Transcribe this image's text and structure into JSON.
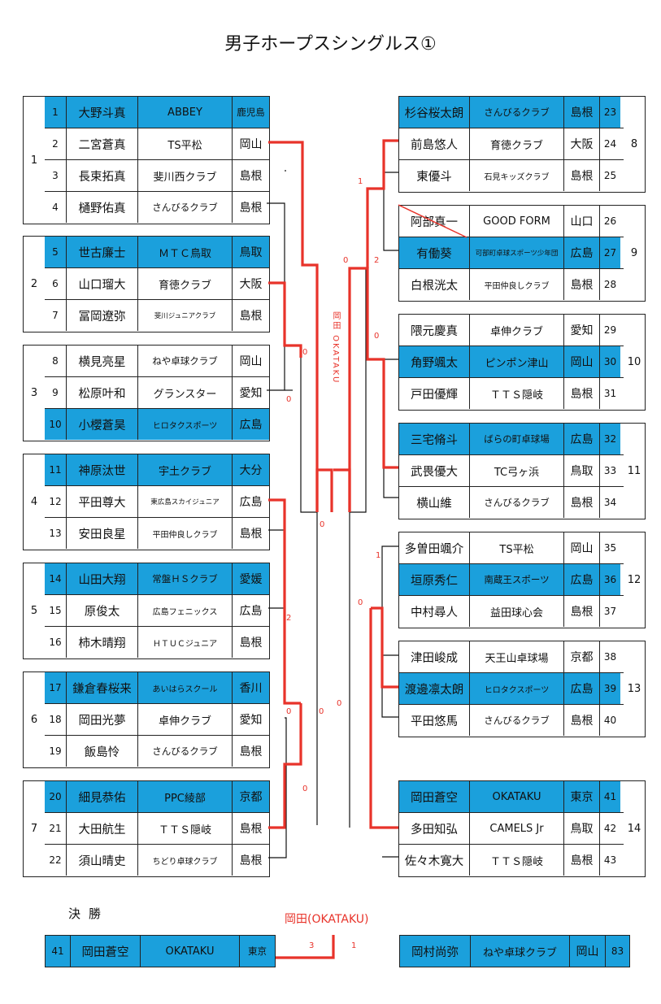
{
  "title": "男子ホープスシングルス①",
  "left_groups": [
    {
      "num": "1",
      "players": [
        {
          "seed": "1",
          "name": "大野斗真",
          "club": "ABBEY",
          "pref": "鹿児島",
          "hl": true
        },
        {
          "seed": "2",
          "name": "二宮蒼真",
          "club": "TS平松",
          "pref": "岡山",
          "hl": false
        },
        {
          "seed": "3",
          "name": "長束拓真",
          "club": "斐川西クラブ",
          "pref": "島根",
          "hl": false
        },
        {
          "seed": "4",
          "name": "樋野佑真",
          "club": "さんびるクラブ",
          "pref": "島根",
          "hl": false
        }
      ]
    },
    {
      "num": "2",
      "players": [
        {
          "seed": "5",
          "name": "世古廉士",
          "club": "ＭＴＣ鳥取",
          "pref": "鳥取",
          "hl": true
        },
        {
          "seed": "6",
          "name": "山口瑠大",
          "club": "育徳クラブ",
          "pref": "大阪",
          "hl": false
        },
        {
          "seed": "7",
          "name": "冨岡遼弥",
          "club": "斐川ジュニアクラブ",
          "pref": "島根",
          "hl": false
        }
      ]
    },
    {
      "num": "3",
      "players": [
        {
          "seed": "8",
          "name": "横見亮星",
          "club": "ねや卓球クラブ",
          "pref": "岡山",
          "hl": false
        },
        {
          "seed": "9",
          "name": "松原叶和",
          "club": "グランスター",
          "pref": "愛知",
          "hl": false
        },
        {
          "seed": "10",
          "name": "小櫻蒼昊",
          "club": "ヒロタクスポーツ",
          "pref": "広島",
          "hl": true
        }
      ]
    },
    {
      "num": "4",
      "players": [
        {
          "seed": "11",
          "name": "神原汰世",
          "club": "宇土クラブ",
          "pref": "大分",
          "hl": true
        },
        {
          "seed": "12",
          "name": "平田尊大",
          "club": "東広島スカイジュニア",
          "pref": "広島",
          "hl": false
        },
        {
          "seed": "13",
          "name": "安田良星",
          "club": "平田仲良しクラブ",
          "pref": "島根",
          "hl": false
        }
      ]
    },
    {
      "num": "5",
      "players": [
        {
          "seed": "14",
          "name": "山田大翔",
          "club": "常盤ＨＳクラブ",
          "pref": "愛媛",
          "hl": true
        },
        {
          "seed": "15",
          "name": "原俊太",
          "club": "広島フェニックス",
          "pref": "広島",
          "hl": false
        },
        {
          "seed": "16",
          "name": "柿木晴翔",
          "club": "ＨＴＵＣジュニア",
          "pref": "島根",
          "hl": false
        }
      ]
    },
    {
      "num": "6",
      "players": [
        {
          "seed": "17",
          "name": "鎌倉春桜来",
          "club": "あいはらスクール",
          "pref": "香川",
          "hl": true
        },
        {
          "seed": "18",
          "name": "岡田光夢",
          "club": "卓伸クラブ",
          "pref": "愛知",
          "hl": false
        },
        {
          "seed": "19",
          "name": "飯島怜",
          "club": "さんびるクラブ",
          "pref": "島根",
          "hl": false
        }
      ]
    },
    {
      "num": "7",
      "players": [
        {
          "seed": "20",
          "name": "細見恭佑",
          "club": "PPC綾部",
          "pref": "京都",
          "hl": true
        },
        {
          "seed": "21",
          "name": "大田航生",
          "club": "ＴＴＳ隠岐",
          "pref": "島根",
          "hl": false
        },
        {
          "seed": "22",
          "name": "須山晴史",
          "club": "ちどり卓球クラブ",
          "pref": "島根",
          "hl": false
        }
      ]
    }
  ],
  "right_groups": [
    {
      "num": "8",
      "players": [
        {
          "seed": "23",
          "name": "杉谷桜太朗",
          "club": "さんびるクラブ",
          "pref": "島根",
          "hl": true
        },
        {
          "seed": "24",
          "name": "前島悠人",
          "club": "育徳クラブ",
          "pref": "大阪",
          "hl": false
        },
        {
          "seed": "25",
          "name": "東優斗",
          "club": "石見キッズクラブ",
          "pref": "島根",
          "hl": false
        }
      ]
    },
    {
      "num": "9",
      "players": [
        {
          "seed": "26",
          "name": "阿部真一",
          "club": "GOOD FORM",
          "pref": "山口",
          "hl": false
        },
        {
          "seed": "27",
          "name": "有働葵",
          "club": "可部町卓球スポーツ少年団",
          "pref": "広島",
          "hl": true
        },
        {
          "seed": "28",
          "name": "白根洸太",
          "club": "平田仲良しクラブ",
          "pref": "島根",
          "hl": false
        }
      ]
    },
    {
      "num": "10",
      "players": [
        {
          "seed": "29",
          "name": "隈元慶真",
          "club": "卓伸クラブ",
          "pref": "愛知",
          "hl": false
        },
        {
          "seed": "30",
          "name": "角野颯太",
          "club": "ピンポン津山",
          "pref": "岡山",
          "hl": true
        },
        {
          "seed": "31",
          "name": "戸田優輝",
          "club": "ＴＴＳ隠岐",
          "pref": "島根",
          "hl": false
        }
      ]
    },
    {
      "num": "11",
      "players": [
        {
          "seed": "32",
          "name": "三宅脩斗",
          "club": "ばらの町卓球場",
          "pref": "広島",
          "hl": true
        },
        {
          "seed": "33",
          "name": "武畏優大",
          "club": "TC弓ヶ浜",
          "pref": "鳥取",
          "hl": false
        },
        {
          "seed": "34",
          "name": "横山維",
          "club": "さんびるクラブ",
          "pref": "島根",
          "hl": false
        }
      ]
    },
    {
      "num": "12",
      "players": [
        {
          "seed": "35",
          "name": "多曽田颯介",
          "club": "TS平松",
          "pref": "岡山",
          "hl": false
        },
        {
          "seed": "36",
          "name": "垣原秀仁",
          "club": "南蔵王スポーツ",
          "pref": "広島",
          "hl": true
        },
        {
          "seed": "37",
          "name": "中村尋人",
          "club": "益田球心会",
          "pref": "島根",
          "hl": false
        }
      ]
    },
    {
      "num": "13",
      "players": [
        {
          "seed": "38",
          "name": "津田峻成",
          "club": "天王山卓球場",
          "pref": "京都",
          "hl": false
        },
        {
          "seed": "39",
          "name": "渡邊凛太朗",
          "club": "ヒロタクスポーツ",
          "pref": "広島",
          "hl": true
        },
        {
          "seed": "40",
          "name": "平田悠馬",
          "club": "さんびるクラブ",
          "pref": "島根",
          "hl": false
        }
      ]
    },
    {
      "num": "14",
      "players": [
        {
          "seed": "41",
          "name": "岡田蒼空",
          "club": "OKATAKU",
          "pref": "東京",
          "hl": true
        },
        {
          "seed": "42",
          "name": "多田知弘",
          "club": "CAMELS Jr",
          "pref": "鳥取",
          "hl": false
        },
        {
          "seed": "43",
          "name": "佐々木寛大",
          "club": "ＴＴＳ隠岐",
          "pref": "島根",
          "hl": false
        }
      ]
    }
  ],
  "scores": [
    "0",
    "0",
    "0",
    "2",
    "0",
    "0",
    "0",
    "0",
    "1",
    "2",
    "0",
    "0",
    "1",
    "0"
  ],
  "winner_vertical": "岡田 OKATAKU",
  "final": {
    "label": "決勝",
    "champion": "岡田(OKATAKU)",
    "left": {
      "seed": "41",
      "name": "岡田蒼空",
      "club": "OKATAKU",
      "pref": "東京"
    },
    "right": {
      "name": "岡村尚弥",
      "club": "ねや卓球クラブ",
      "pref": "岡山",
      "seed": "83"
    },
    "score_left": "3",
    "score_right": "1"
  },
  "colors": {
    "highlight": "#1ba0dc",
    "winner_line": "#e8332a"
  }
}
